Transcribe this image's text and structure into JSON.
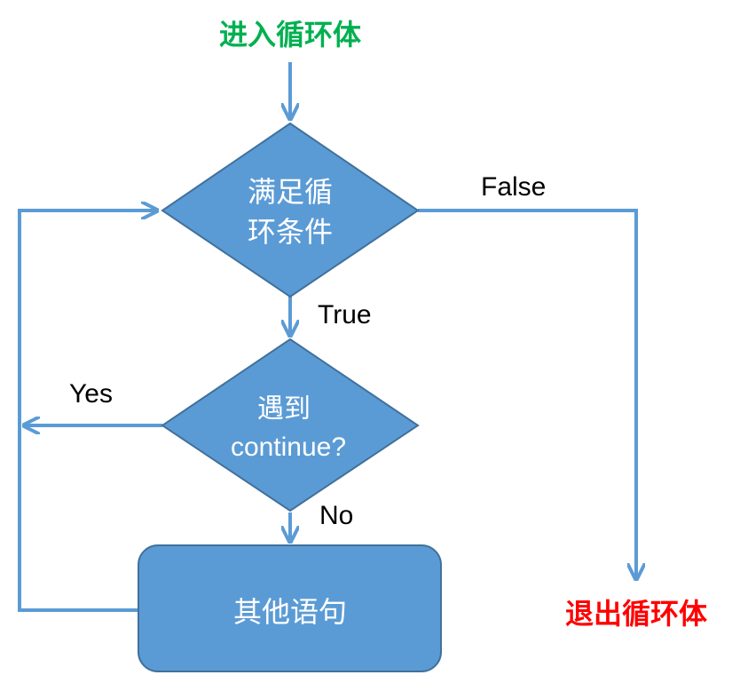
{
  "labels": {
    "enter": "进入循环体",
    "exit": "退出循环体",
    "cond_line1": "满足循",
    "cond_line2": "环条件",
    "cont_line1": "遇到",
    "cont_line2": "continue?",
    "other": "其他语句",
    "false": "False",
    "true": "True",
    "yes": "Yes",
    "no": "No"
  },
  "colors": {
    "shape_fill": "#5b9bd5",
    "shape_stroke": "#41719c",
    "line": "#5b9bd5",
    "enter_text": "#00b050",
    "exit_text": "#ff0000",
    "shape_text": "#ffffff",
    "edge_label": "#000000"
  }
}
